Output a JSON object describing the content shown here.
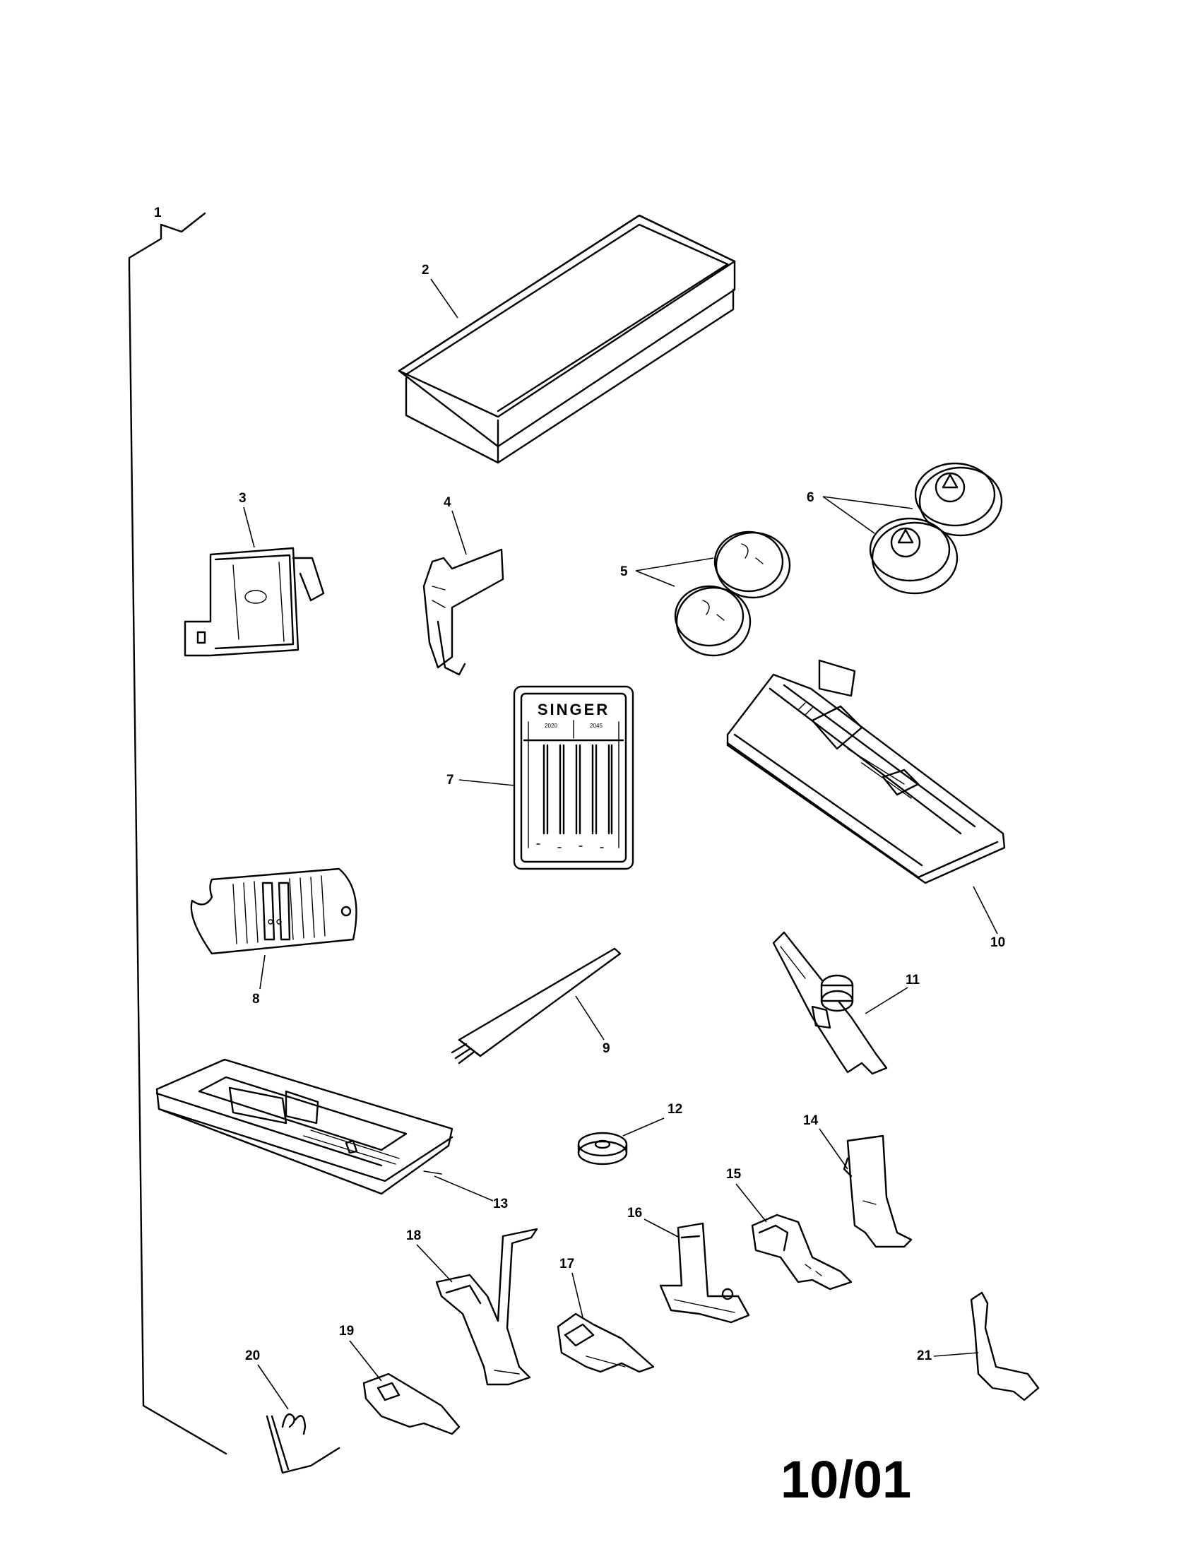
{
  "page_number": "10/01",
  "brand": "SINGER",
  "needle_pack": {
    "left_code": "2020",
    "right_code": "2045"
  },
  "parts": [
    "1",
    "2",
    "3",
    "4",
    "5",
    "6",
    "7",
    "8",
    "9",
    "10",
    "11",
    "12",
    "13",
    "14",
    "15",
    "16",
    "17",
    "18",
    "19",
    "20",
    "21"
  ]
}
